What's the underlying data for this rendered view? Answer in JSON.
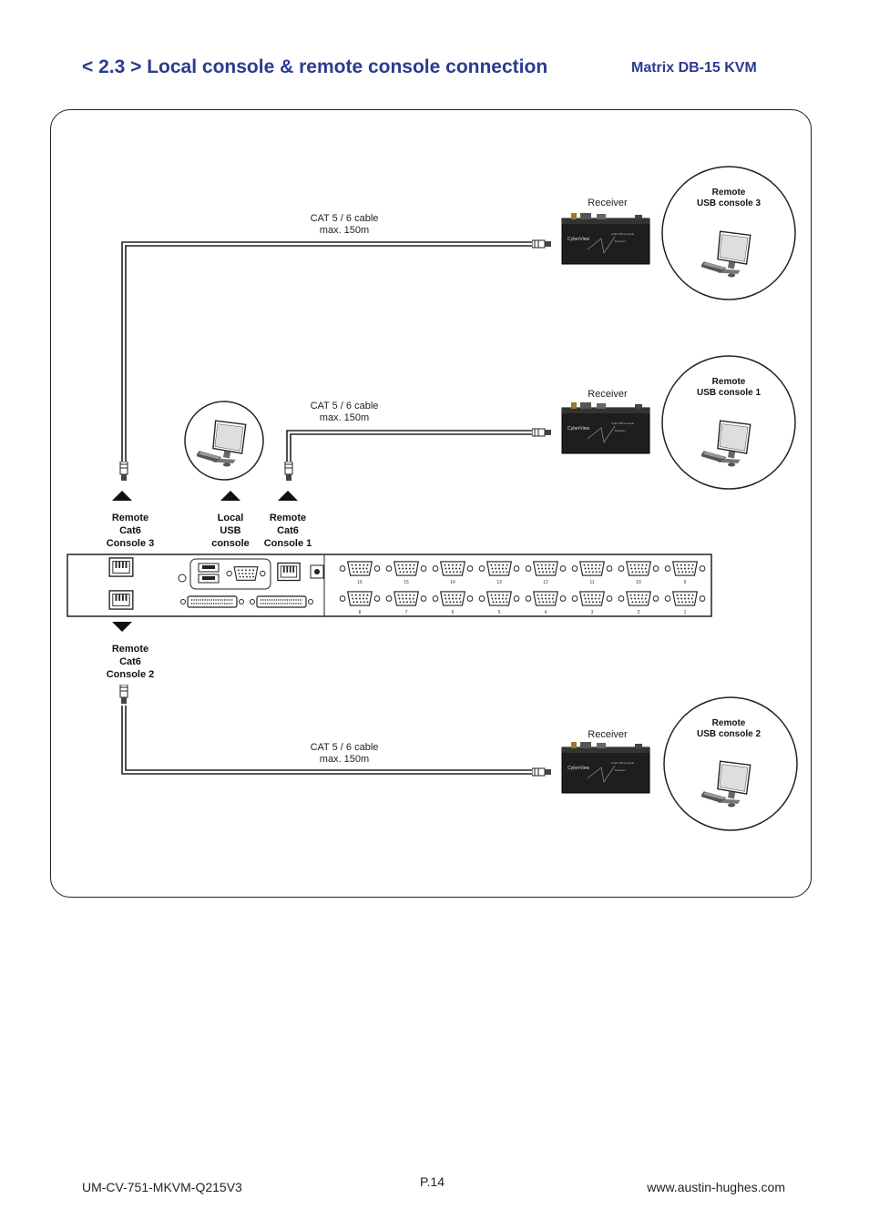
{
  "header": {
    "title": "< 2.3 > Local console  &  remote console connection",
    "subtitle": "Matrix  DB-15 KVM"
  },
  "cables": {
    "top": {
      "line1": "CAT 5 / 6 cable",
      "line2": "max. 150m"
    },
    "middle": {
      "line1": "CAT 5 / 6 cable",
      "line2": "max. 150m"
    },
    "bottom": {
      "line1": "CAT 5 / 6 cable",
      "line2": "max. 150m"
    }
  },
  "receivers": {
    "top": "Receiver",
    "middle": "Receiver",
    "bottom": "Receiver"
  },
  "consoles": {
    "remote3": {
      "line1": "Remote",
      "line2": "USB console 3"
    },
    "remote1": {
      "line1": "Remote",
      "line2": "USB console 1"
    },
    "remote2": {
      "line1": "Remote",
      "line2": "USB console 2"
    }
  },
  "port_labels": {
    "cat6_console3": [
      "Remote",
      "Cat6",
      "Console 3"
    ],
    "local_usb": [
      "Local",
      "USB",
      "console"
    ],
    "cat6_console1": [
      "Remote",
      "Cat6",
      "Console 1"
    ],
    "cat6_console2": [
      "Remote",
      "Cat6",
      "Console 2"
    ]
  },
  "kvm_ports": {
    "top_row": [
      "16",
      "15",
      "14",
      "13",
      "12",
      "11",
      "10",
      "9"
    ],
    "bottom_row": [
      "8",
      "7",
      "6",
      "5",
      "4",
      "3",
      "2",
      "1"
    ]
  },
  "footer": {
    "left": "UM-CV-751-MKVM-Q215V3",
    "page": "P.14",
    "right": "www.austin-hughes.com"
  }
}
